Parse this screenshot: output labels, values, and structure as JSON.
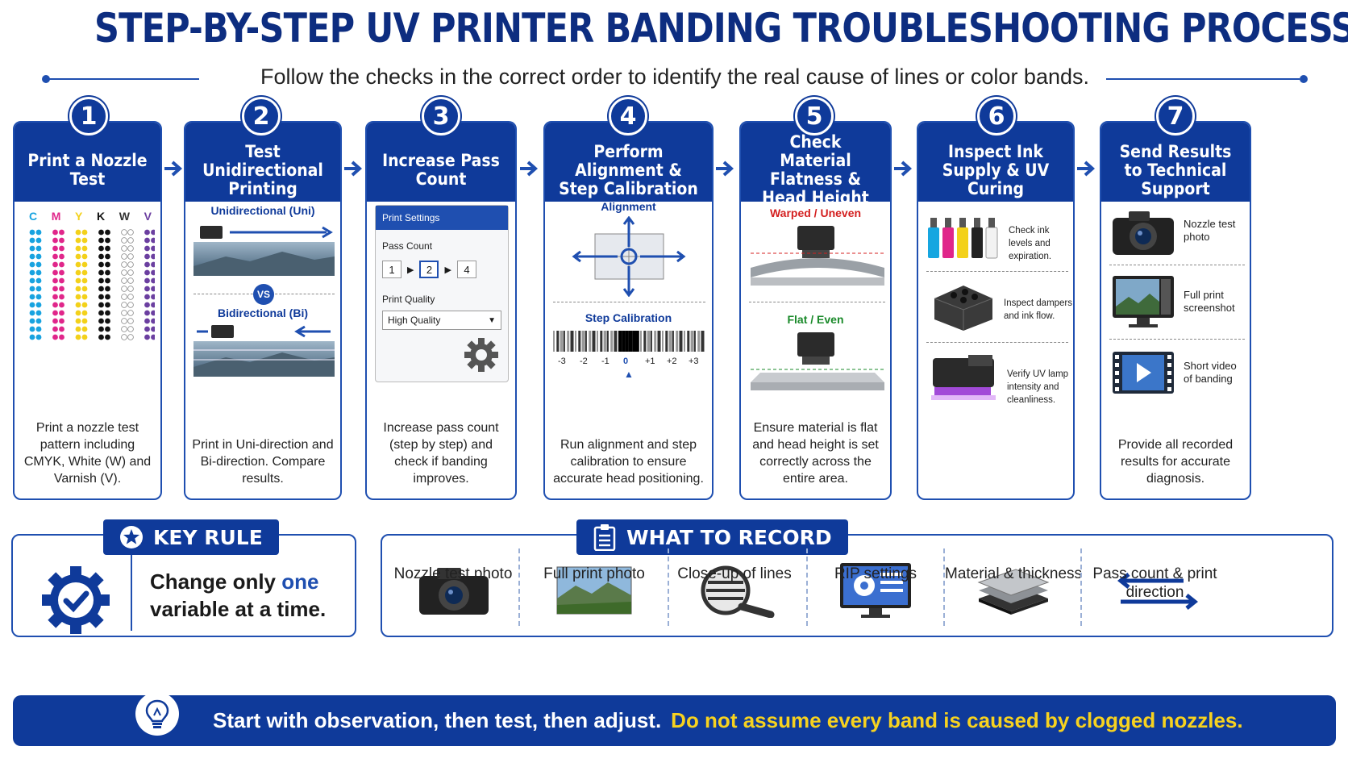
{
  "title": "STEP-BY-STEP UV PRINTER BANDING TROUBLESHOOTING PROCESS",
  "subtitle": "Follow the checks in the correct order to identify the real cause of lines or color bands.",
  "colors": {
    "primary": "#0f3a9a",
    "accent_yellow": "#f7d21f",
    "red": "#d42020",
    "green": "#1a8a2a"
  },
  "steps": [
    {
      "num": "1",
      "title": "Print a Nozzle Test",
      "desc": "Print a nozzle test pattern including CMYK, White (W) and Varnish (V).",
      "channels": [
        "C",
        "M",
        "Y",
        "K",
        "W",
        "V"
      ]
    },
    {
      "num": "2",
      "title": "Test Unidirectional Printing",
      "desc": "Print in Uni-direction and Bi-direction. Compare results.",
      "uni_label": "Unidirectional (Uni)",
      "vs_label": "VS",
      "bi_label": "Bidirectional (Bi)"
    },
    {
      "num": "3",
      "title": "Increase Pass Count",
      "desc": "Increase pass count (step by step) and check if banding improves.",
      "panel_title": "Print Settings",
      "pass_label": "Pass Count",
      "pass_values": [
        "1",
        "2",
        "4"
      ],
      "quality_label": "Print Quality",
      "quality_value": "High Quality"
    },
    {
      "num": "4",
      "title": "Perform Alignment & Step Calibration",
      "desc": "Run alignment and step calibration to ensure accurate head positioning.",
      "alignment_label": "Alignment",
      "step_label": "Step Calibration",
      "scale": [
        "-3",
        "-2",
        "-1",
        "0",
        "+1",
        "+2",
        "+3"
      ]
    },
    {
      "num": "5",
      "title": "Check Material Flatness & Head Height",
      "desc": "Ensure material is flat and head height is set correctly across the entire area.",
      "warped_label": "Warped / Uneven",
      "flat_label": "Flat / Even"
    },
    {
      "num": "6",
      "title": "Inspect Ink Supply & UV Curing",
      "desc": "",
      "items": [
        "Check ink levels and expiration.",
        "Inspect dampers and ink flow.",
        "Verify UV lamp intensity and cleanliness."
      ]
    },
    {
      "num": "7",
      "title": "Send Results to Technical Support",
      "desc": "Provide all recorded results for accurate diagnosis.",
      "items": [
        "Nozzle test photo",
        "Full print screenshot",
        "Short video of banding"
      ]
    }
  ],
  "key_rule": {
    "tab": "KEY RULE",
    "text_before": "Change only ",
    "text_highlight": "one",
    "text_after": " variable at a time."
  },
  "record": {
    "tab": "WHAT TO RECORD",
    "items": [
      "Nozzle test photo",
      "Full print photo",
      "Close-up of lines",
      "RIP settings",
      "Material & thickness",
      "Pass count & print direction"
    ]
  },
  "footer": {
    "text": "Start with observation, then test, then adjust.",
    "highlight": "Do not assume every band is caused by clogged nozzles."
  }
}
